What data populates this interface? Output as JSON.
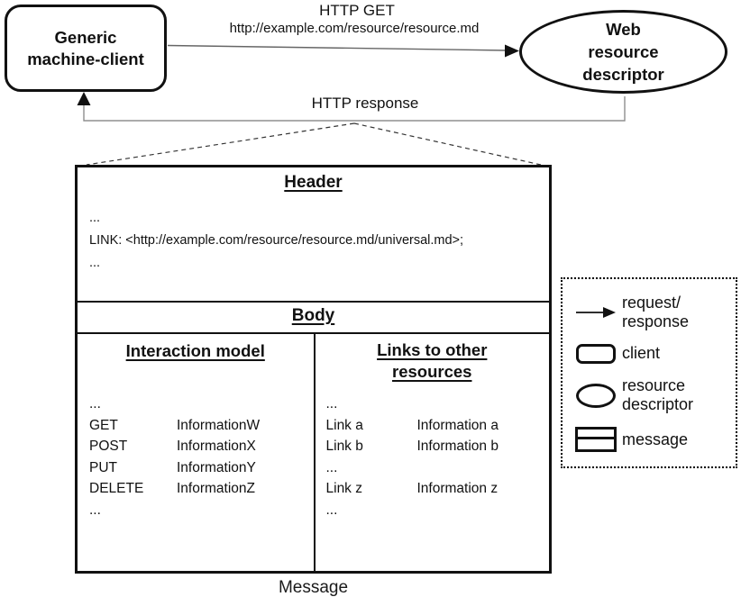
{
  "diagram": {
    "client": {
      "lines": [
        "Generic",
        "machine-client"
      ]
    },
    "descriptor": {
      "lines": [
        "Web",
        "resource",
        "descriptor"
      ]
    },
    "request_label": "HTTP GET",
    "request_url": "http://example.com/resource/resource.md",
    "response_label": "HTTP response"
  },
  "message": {
    "caption": "Message",
    "header": {
      "title": "Header",
      "line1": "...",
      "line2": "LINK: <http://example.com/resource/resource.md/universal.md>;",
      "line3": "..."
    },
    "body_title": "Body",
    "interaction": {
      "title": "Interaction model",
      "rows": [
        {
          "k": "...",
          "v": ""
        },
        {
          "k": "GET",
          "v": "InformationW"
        },
        {
          "k": "POST",
          "v": "InformationX"
        },
        {
          "k": "PUT",
          "v": "InformationY"
        },
        {
          "k": "DELETE",
          "v": "InformationZ"
        },
        {
          "k": "...",
          "v": ""
        }
      ]
    },
    "links": {
      "title": "Links to other resources",
      "rows": [
        {
          "k": "...",
          "v": ""
        },
        {
          "k": "Link a",
          "v": "Information a"
        },
        {
          "k": "Link b",
          "v": "Information b"
        },
        {
          "k": "...",
          "v": ""
        },
        {
          "k": "Link z",
          "v": "Information z"
        },
        {
          "k": "...",
          "v": ""
        }
      ]
    }
  },
  "legend": {
    "items": [
      {
        "label1": "request/",
        "label2": "response"
      },
      {
        "label1": "client",
        "label2": ""
      },
      {
        "label1": "resource",
        "label2": "descriptor"
      },
      {
        "label1": "message",
        "label2": ""
      }
    ]
  },
  "colors": {
    "ink": "#111111",
    "connector_gray": "#8f8f8f",
    "dash_line": "#333333"
  }
}
